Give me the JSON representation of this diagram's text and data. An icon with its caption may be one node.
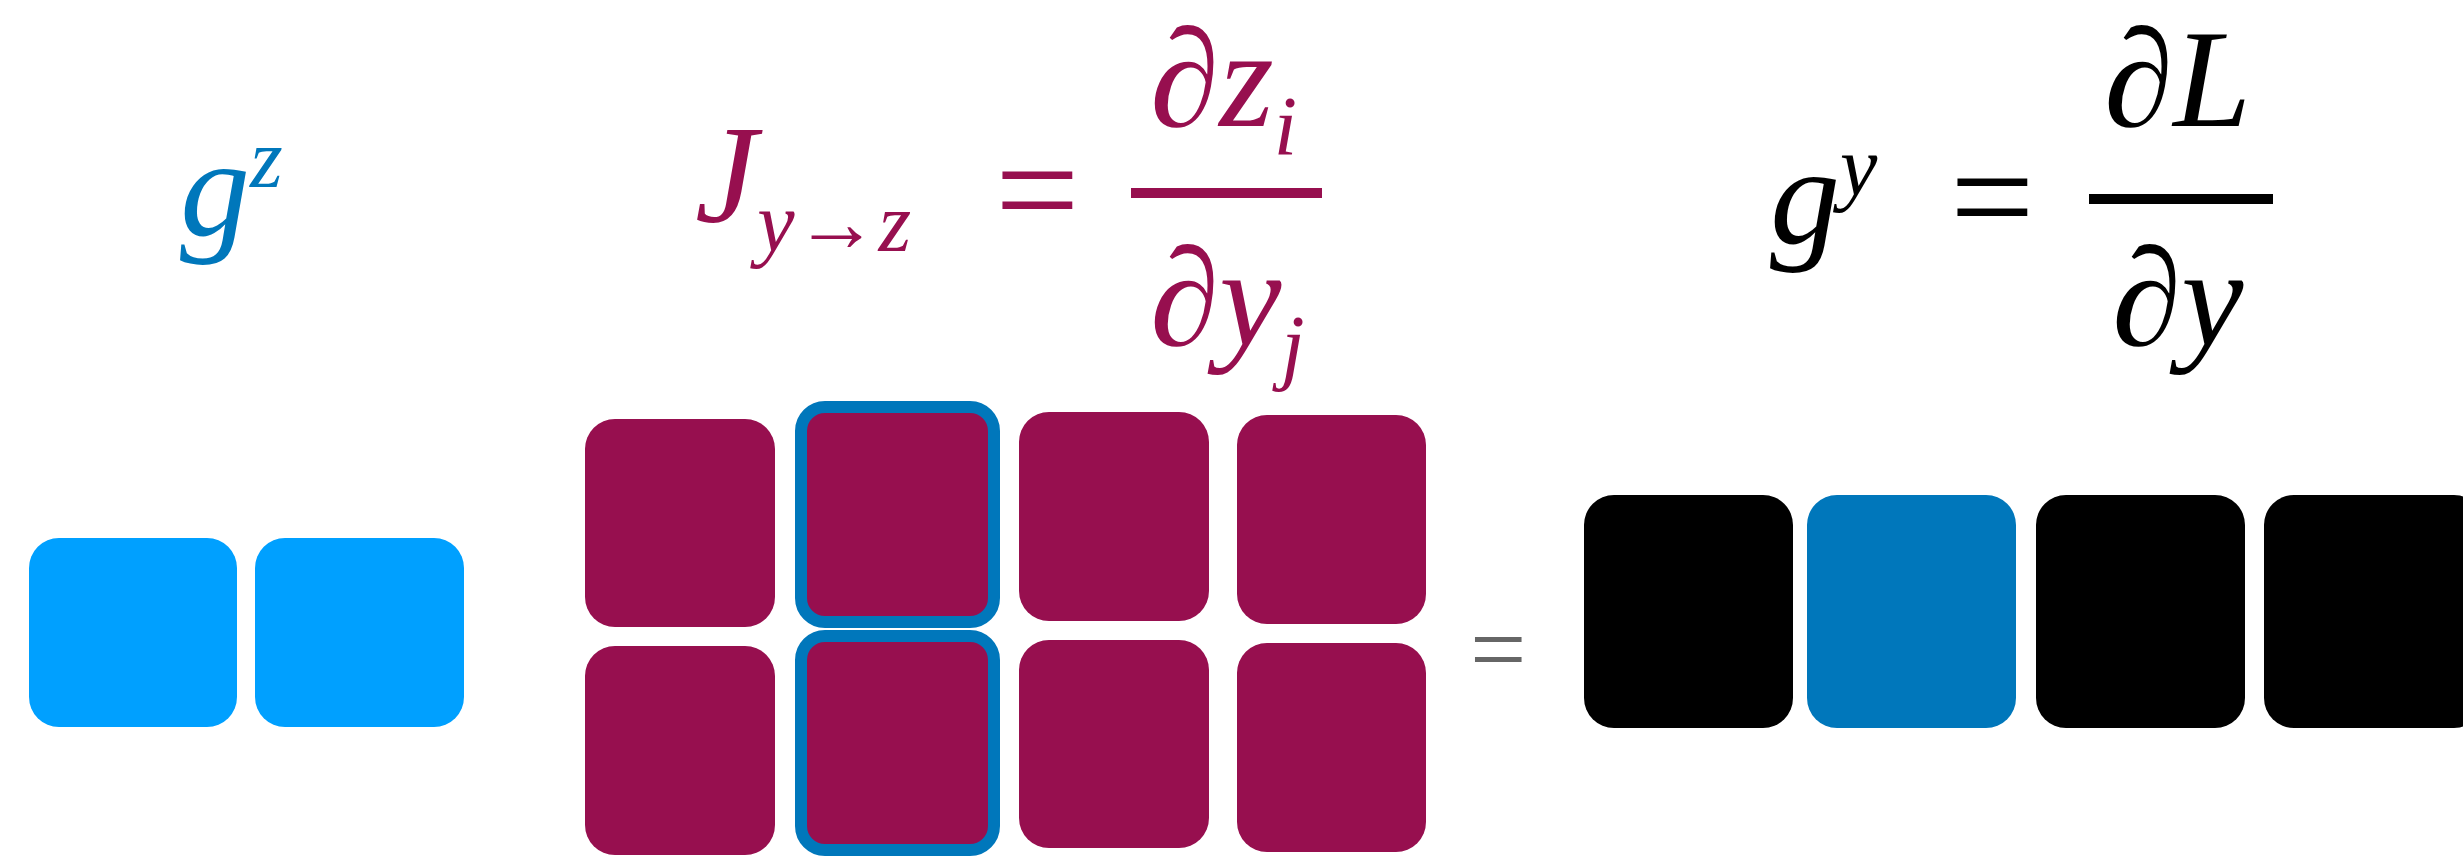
{
  "diagram": {
    "nodes": [
      {
        "text": [],
        "shape": "box"
      },
      {
        "text": [],
        "shape": "box"
      },
      {
        "text": [],
        "shape": "box"
      },
      {
        "text": [],
        "shape": "box"
      },
      {
        "text": [],
        "shape": "box"
      },
      {
        "text": [],
        "shape": "box"
      },
      {
        "text": [],
        "shape": "box"
      },
      {
        "text": [],
        "shape": "box"
      },
      {
        "text": [],
        "shape": "box"
      },
      {
        "text": [],
        "shape": "box"
      },
      {
        "text": [],
        "shape": "box"
      },
      {
        "text": [],
        "shape": "box"
      },
      {
        "text": [],
        "shape": "box"
      },
      {
        "text": [],
        "shape": "box"
      }
    ],
    "edges": [],
    "labels": [
      "g$^{z}$",
      "J$_{y→z}$",
      "=",
      "∂z$_{i}$",
      "∂y$_{j}$",
      "g$^{y}$",
      "=",
      "∂L",
      "∂y",
      "="
    ]
  }
}
